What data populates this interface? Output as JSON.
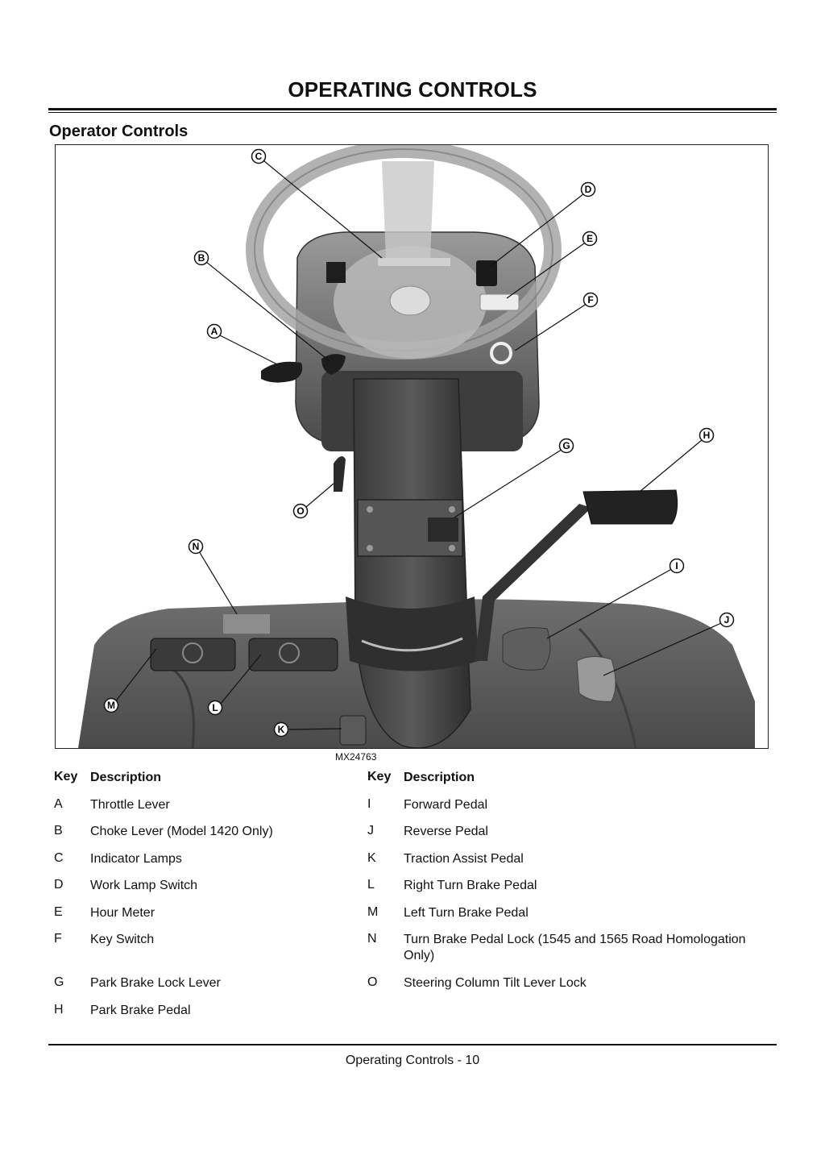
{
  "page": {
    "title": "OPERATING CONTROLS",
    "subtitle": "Operator Controls",
    "figure_id": "MX24763",
    "footer": "Operating Controls - 10"
  },
  "figure": {
    "callouts": [
      "A",
      "B",
      "C",
      "D",
      "E",
      "F",
      "G",
      "H",
      "I",
      "J",
      "K",
      "L",
      "M",
      "N",
      "O"
    ]
  },
  "table": {
    "key_header": "Key",
    "desc_header": "Description",
    "left_rows": [
      {
        "key": "A",
        "desc": "Throttle Lever"
      },
      {
        "key": "B",
        "desc": "Choke Lever (Model 1420 Only)"
      },
      {
        "key": "C",
        "desc": "Indicator Lamps"
      },
      {
        "key": "D",
        "desc": "Work Lamp Switch"
      },
      {
        "key": "E",
        "desc": "Hour Meter"
      },
      {
        "key": "F",
        "desc": "Key Switch"
      },
      {
        "key": "G",
        "desc": "Park Brake Lock Lever"
      },
      {
        "key": "H",
        "desc": "Park Brake Pedal"
      }
    ],
    "right_rows": [
      {
        "key": "I",
        "desc": "Forward Pedal"
      },
      {
        "key": "J",
        "desc": "Reverse Pedal"
      },
      {
        "key": "K",
        "desc": "Traction Assist Pedal"
      },
      {
        "key": "L",
        "desc": "Right Turn Brake Pedal"
      },
      {
        "key": "M",
        "desc": "Left Turn Brake Pedal"
      },
      {
        "key": "N",
        "desc": "Turn Brake Pedal Lock (1545 and 1565 Road Homologation Only)"
      },
      {
        "key": "O",
        "desc": "Steering Column Tilt Lever Lock"
      }
    ]
  }
}
